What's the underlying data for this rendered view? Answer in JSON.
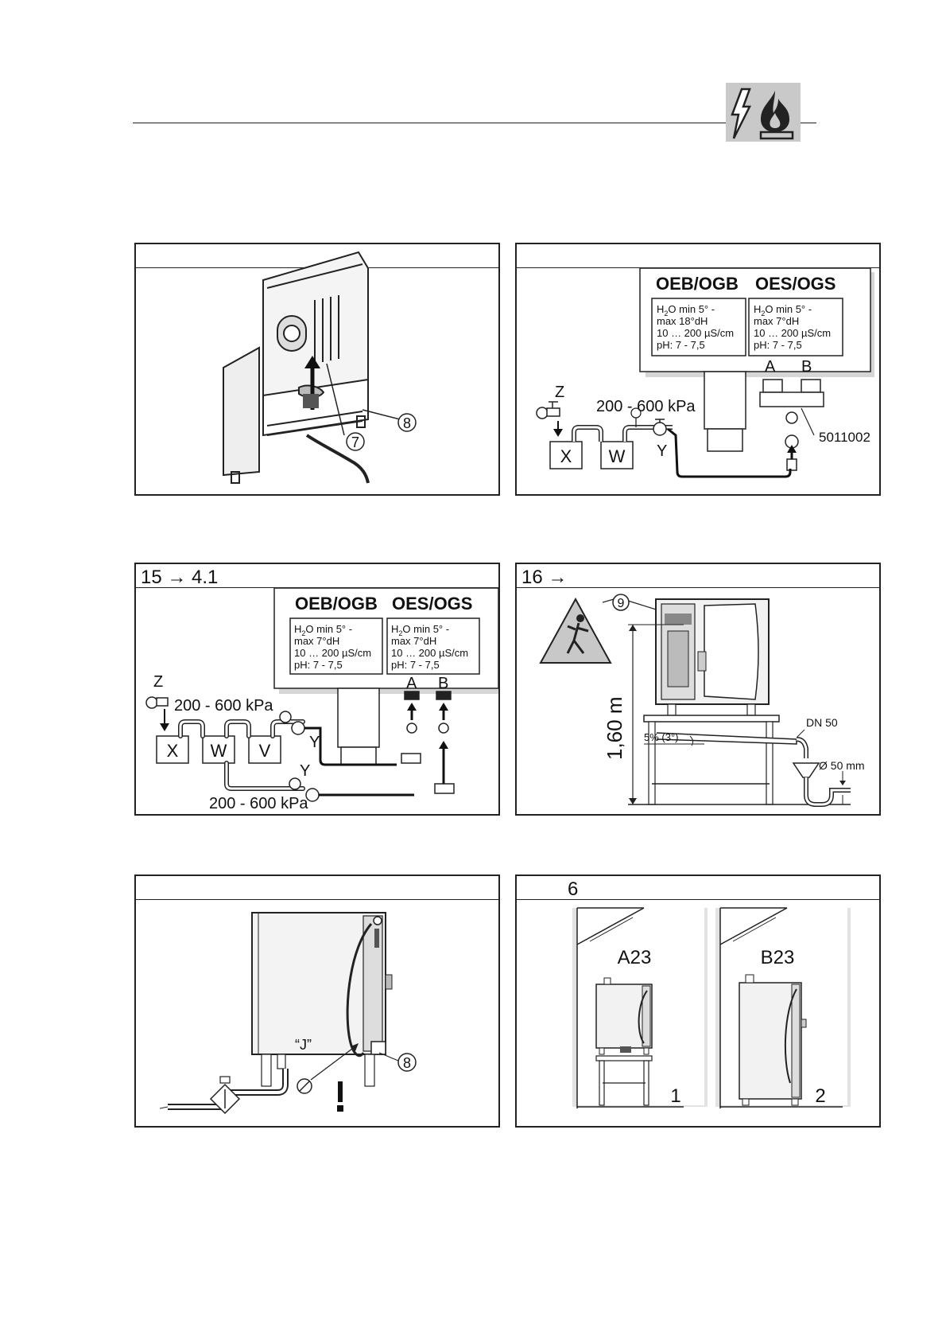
{
  "panels": {
    "p1": {
      "header": "",
      "callouts": [
        "7",
        "8"
      ]
    },
    "p2": {
      "header": "",
      "col_a_title": "OEB/OGB",
      "col_b_title": "OES/OGS",
      "col_a_lines": [
        "max 18°dH",
        "10 … 200 µS/cm",
        "pH: 7 - 7,5"
      ],
      "col_b_lines": [
        "max 7°dH",
        "10 … 200 µS/cm",
        "pH: 7 - 7,5"
      ],
      "h2o": "H",
      "h2o_sub": "2",
      "h2o_tail": "O min 5° -",
      "label_a": "A",
      "label_b": "B",
      "label_z": "Z",
      "label_y": "Y",
      "box_x": "X",
      "box_w": "W",
      "pressure": "200 - 600 kPa",
      "part_no": "5011002"
    },
    "p3": {
      "header": "15 → 4.1",
      "col_a_title": "OEB/OGB",
      "col_b_title": "OES/OGS",
      "col_a_lines": [
        "max 7°dH",
        "10 … 200 µS/cm",
        "pH: 7 - 7,5"
      ],
      "col_b_lines": [
        "max 7°dH",
        "10 … 200 µS/cm",
        "pH: 7 - 7,5"
      ],
      "h2o": "H",
      "h2o_sub": "2",
      "h2o_tail": "O min 5° -",
      "label_a": "A",
      "label_b": "B",
      "label_z": "Z",
      "label_y": "Y",
      "box_x": "X",
      "box_w": "W",
      "box_v": "V",
      "pressure_top": "200 - 600 kPa",
      "pressure_bottom": "200 - 600 kPa"
    },
    "p4": {
      "header": "16 →",
      "callout": "9",
      "height": "1,60 m",
      "slope": "5% (3°)",
      "dn": "DN 50",
      "diameter": "Ø 50 mm"
    },
    "p5": {
      "header": "",
      "label_j": "“J”",
      "callout": "8"
    },
    "p6": {
      "header": "6",
      "label_a23": "A23",
      "label_b23": "B23",
      "label_1": "1",
      "label_2": "2"
    }
  }
}
